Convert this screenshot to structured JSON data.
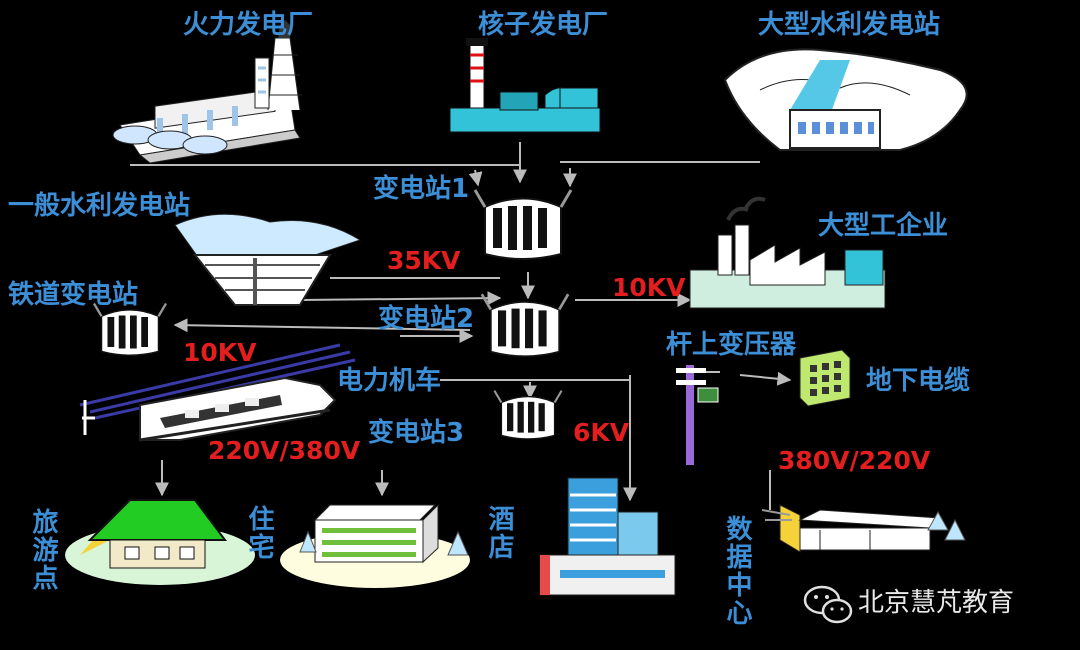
{
  "labels": {
    "thermal_plant": "火力发电厂",
    "nuclear_plant": "核子发电厂",
    "large_hydro": "大型水利发电站",
    "substation1": "变电站1",
    "general_hydro": "一般水利发电站",
    "large_industry": "大型工企业",
    "v35kv": "35KV",
    "v10kv_right": "10KV",
    "railway_substation": "铁道变电站",
    "substation2": "变电站2",
    "v10kv_left": "10KV",
    "pole_transformer": "杆上变压器",
    "electric_locomotive": "电力机车",
    "underground_cable": "地下电缆",
    "substation3": "变电站3",
    "v6kv": "6KV",
    "v220_380": "220V/380V",
    "v380_220": "380V/220V",
    "tourist_spot": "旅游点",
    "residence": "住宅",
    "hotel": "酒店",
    "data_center": "数据中心",
    "brand": "北京慧芃教育"
  },
  "colors": {
    "label_blue": "#3c8fd6",
    "voltage_red": "#e41e1e",
    "factory_cyan": "#33c3d9",
    "green": "#22cc22",
    "building_blue": "#3a9fdc"
  }
}
